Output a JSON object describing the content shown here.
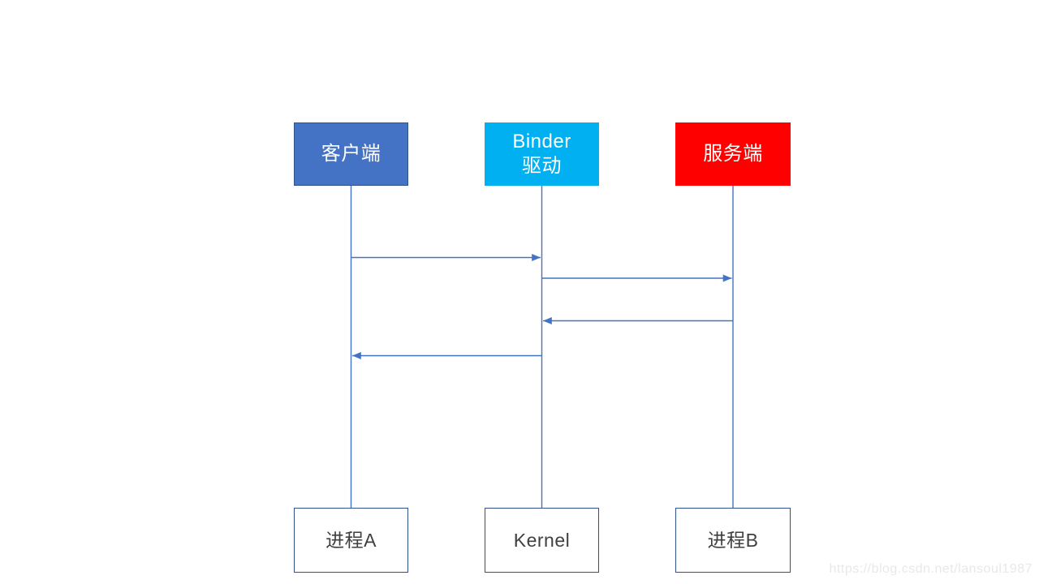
{
  "diagram": {
    "type": "sequence-diagram",
    "top_actors": [
      {
        "id": "client",
        "label": "客户端"
      },
      {
        "id": "binder-driver",
        "label": "Binder\n驱动"
      },
      {
        "id": "server",
        "label": "服务端"
      }
    ],
    "bottom_actors": [
      {
        "id": "process-a",
        "label": "进程A"
      },
      {
        "id": "kernel",
        "label": "Kernel"
      },
      {
        "id": "process-b",
        "label": "进程B"
      }
    ],
    "lifelines": [
      {
        "from": "client",
        "to": "process-a"
      },
      {
        "from": "binder-driver",
        "to": "kernel"
      },
      {
        "from": "server",
        "to": "process-b"
      }
    ],
    "arrows": [
      {
        "from": "client",
        "to": "binder-driver",
        "direction": "right"
      },
      {
        "from": "binder-driver",
        "to": "server",
        "direction": "right"
      },
      {
        "from": "server",
        "to": "binder-driver",
        "direction": "left"
      },
      {
        "from": "binder-driver",
        "to": "client",
        "direction": "left"
      }
    ]
  },
  "colors": {
    "background": "#FFFFFF",
    "client_fill": "#4472C4",
    "client_border": "#2F528F",
    "binder_fill": "#00B0F0",
    "server_fill": "#FF0000",
    "bottom_box_fill": "#FFFFFF",
    "bottom_box_border": "#2F528F",
    "bottom_text": "#404040",
    "top_text": "#FFFFFF",
    "line": "#4472C4",
    "watermark_text": "#E8E8E8"
  },
  "watermark": "https://blog.csdn.net/lansoul1987"
}
